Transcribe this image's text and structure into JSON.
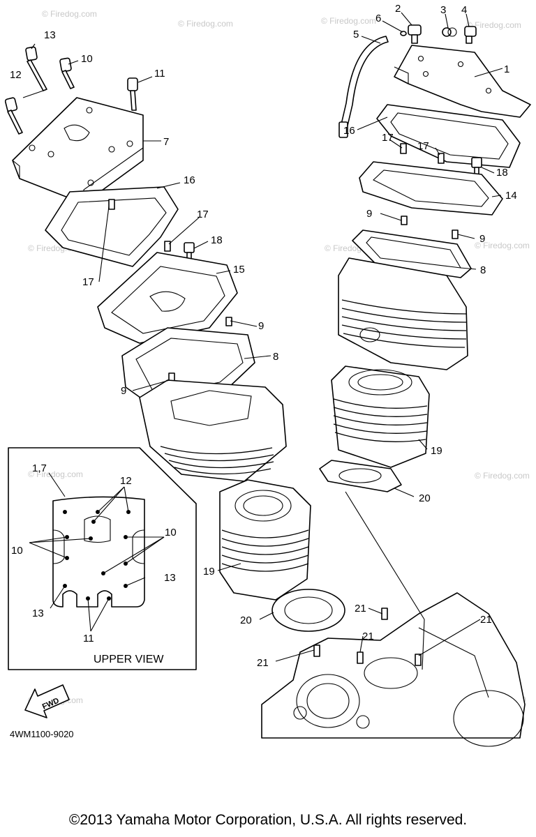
{
  "callouts": {
    "c1": "1",
    "c2": "2",
    "c3": "3",
    "c4": "4",
    "c5": "5",
    "c6": "6",
    "c7": "7",
    "c8a": "8",
    "c8b": "8",
    "c9a": "9",
    "c9b": "9",
    "c9c": "9",
    "c9d": "9",
    "c10": "10",
    "c11": "11",
    "c12": "12",
    "c13": "13",
    "c14": "14",
    "c15": "15",
    "c16a": "16",
    "c16b": "16",
    "c17a": "17",
    "c17b": "17",
    "c17c": "17",
    "c17d": "17",
    "c18a": "18",
    "c18b": "18",
    "c19a": "19",
    "c19b": "19",
    "c20a": "20",
    "c20b": "20",
    "c21a": "21",
    "c21b": "21",
    "c21c": "21",
    "c21d": "21"
  },
  "inset": {
    "cover_label": "1,7",
    "bolt12": "12",
    "bolt10_left": "10",
    "bolt10_right": "10",
    "bolt13_left": "13",
    "bolt13_right": "13",
    "bolt11": "11",
    "caption": "UPPER VIEW"
  },
  "fwd_label": "FWD",
  "diagram_code": "4WM1100-9020",
  "watermark": "© Firedog.com",
  "copyright": "©2013 Yamaha Motor Corporation, U.S.A. All rights reserved."
}
